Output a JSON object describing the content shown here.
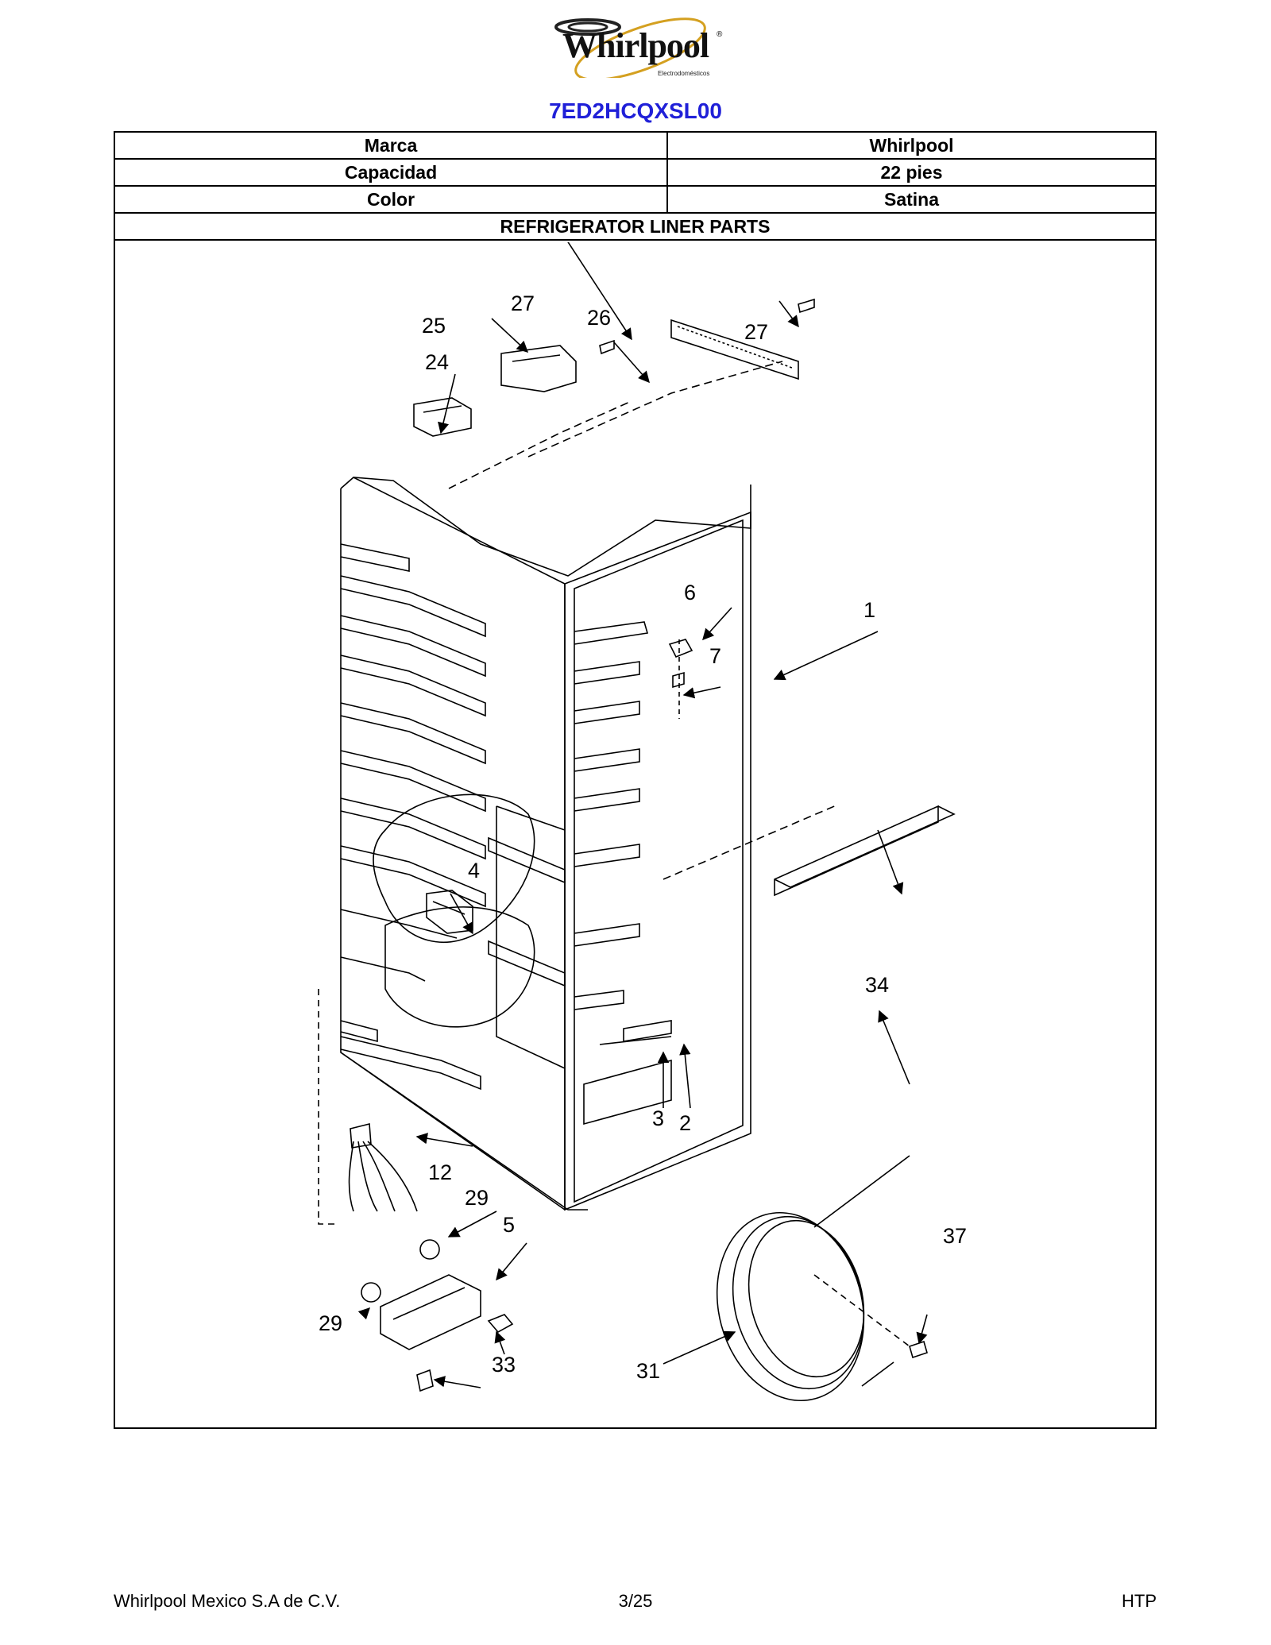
{
  "brand": {
    "logo_text": "Whirlpool",
    "logo_registered": "®",
    "logo_subtitle": "Electrodomésticos",
    "logo_ring_color": "#d4a020"
  },
  "model_number": "7ED2HCQXSL00",
  "model_color": "#2020d8",
  "specs": [
    {
      "label": "Marca",
      "value": "Whirlpool"
    },
    {
      "label": "Capacidad",
      "value": "22 pies"
    },
    {
      "label": "Color",
      "value": "Satina"
    }
  ],
  "section_title": "REFRIGERATOR LINER PARTS",
  "callouts": [
    "1",
    "2",
    "3",
    "4",
    "5",
    "6",
    "7",
    "12",
    "24",
    "25",
    "26",
    "27",
    "27",
    "29",
    "29",
    "31",
    "33",
    "34",
    "37"
  ],
  "footer": {
    "company": "Whirlpool Mexico S.A de C.V.",
    "page": "3/25",
    "code": "HTP"
  }
}
